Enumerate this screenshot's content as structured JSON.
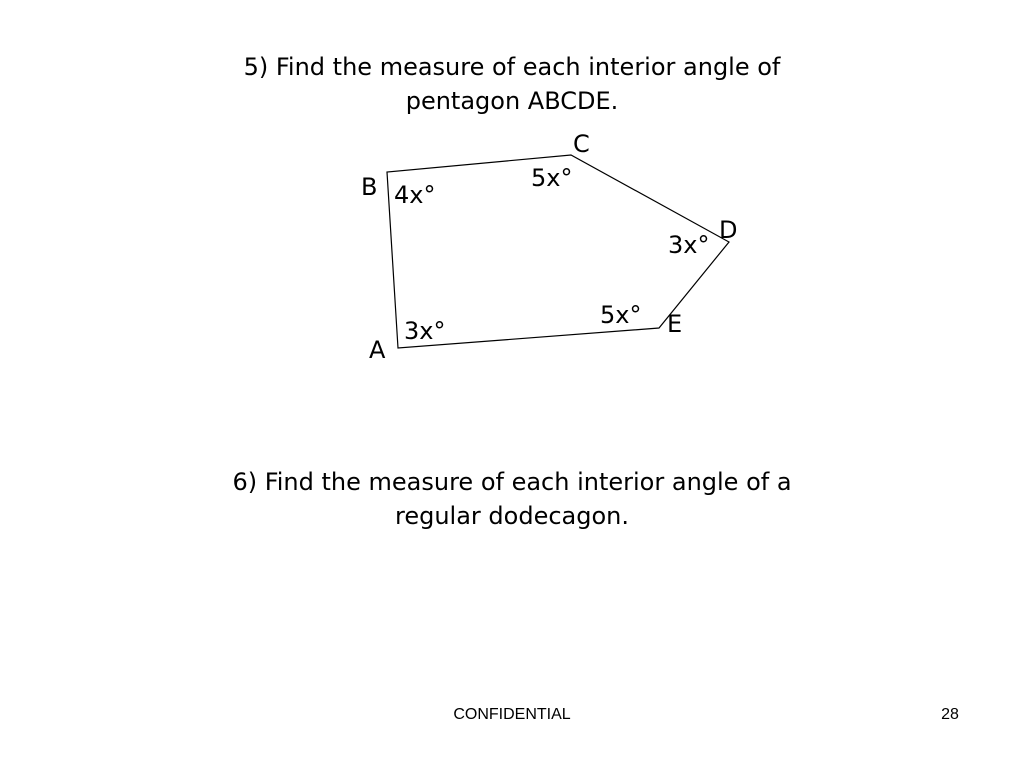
{
  "questions": {
    "q5": {
      "line1": "5) Find the measure of each interior angle of",
      "line2": "pentagon ABCDE."
    },
    "q6": {
      "line1": "6) Find the measure of each interior angle of a",
      "line2": "regular dodecagon."
    }
  },
  "pentagon": {
    "vertices": {
      "A": "A",
      "B": "B",
      "C": "C",
      "D": "D",
      "E": "E"
    },
    "angles": {
      "A": "3x°",
      "B": "4x°",
      "C": "5x°",
      "D": "3x°",
      "E": "5x°"
    }
  },
  "footer": {
    "label": "CONFIDENTIAL",
    "page": "28"
  }
}
